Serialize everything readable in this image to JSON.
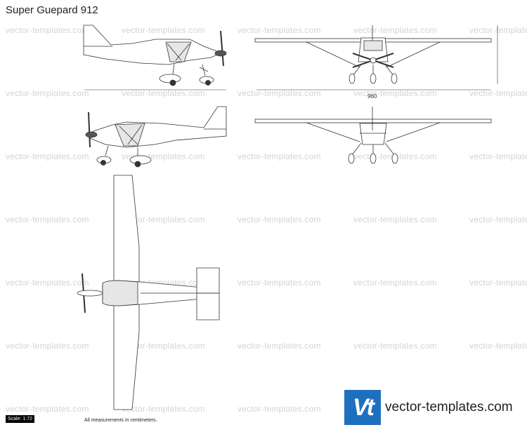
{
  "title": "Super Guepard 912",
  "watermark": "vector-templates.com",
  "dimension_label": "960",
  "scale_label": "Scale: 1:72",
  "note": "All measurements in centimeters.",
  "logo": {
    "mark": "Vt",
    "text": "vector-templates.com",
    "color": "#1f6fbf"
  }
}
